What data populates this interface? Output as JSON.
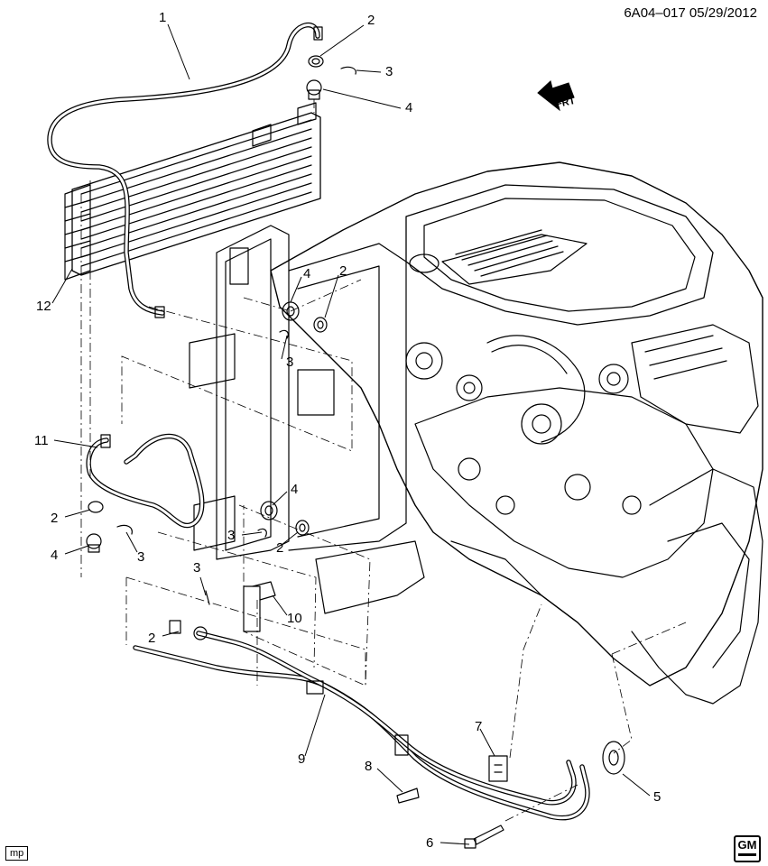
{
  "header": {
    "diagram_ref": "6A04–017  05/29/2012"
  },
  "orientation": {
    "label": "FRT"
  },
  "footer": {
    "code": "mp",
    "logo_text": "GM"
  },
  "callouts": {
    "c1": "1",
    "c2a": "2",
    "c2b": "2",
    "c2c": "2",
    "c2d": "2",
    "c2e": "2",
    "c3a": "3",
    "c3b": "3",
    "c3c": "3",
    "c3d": "3",
    "c3e": "3",
    "c4a": "4",
    "c4b": "4",
    "c4c": "4",
    "c4d": "4",
    "c5": "5",
    "c6": "6",
    "c7": "7",
    "c8": "8",
    "c9": "9",
    "c10": "10",
    "c11": "11",
    "c12": "12"
  }
}
